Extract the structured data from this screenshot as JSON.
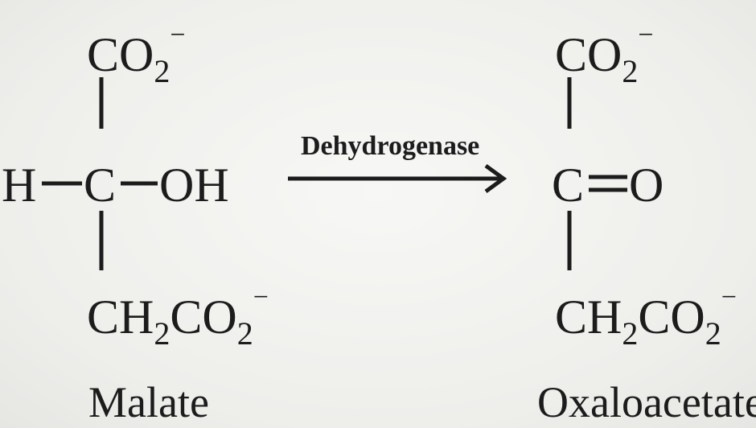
{
  "reactant": {
    "name": "Malate",
    "top_group": {
      "base": "CO",
      "sub": "2",
      "charge": "−"
    },
    "left_atom": "H",
    "center_atom": "C",
    "right_group": "OH",
    "bottom_group": {
      "a": "CH",
      "a_sub": "2",
      "b": "CO",
      "b_sub": "2",
      "charge": "−"
    }
  },
  "reaction": {
    "enzyme": "Dehydrogenase"
  },
  "product": {
    "name": "Oxaloacetate",
    "top_group": {
      "base": "CO",
      "sub": "2",
      "charge": "−"
    },
    "center_atom": "C",
    "double_bond_atom": "O",
    "bottom_group": {
      "a": "CH",
      "a_sub": "2",
      "b": "CO",
      "b_sub": "2",
      "charge": "−"
    }
  }
}
